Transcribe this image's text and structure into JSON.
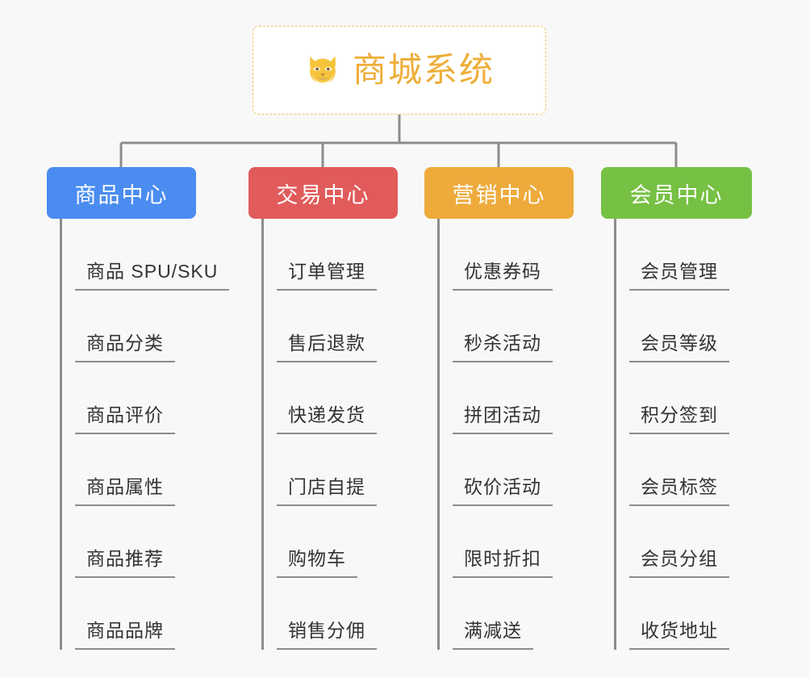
{
  "root": {
    "title": "商城系统",
    "icon": "shiba-dog-face-emoji",
    "text_color": "#eeae3a",
    "border_color": "#f0c066",
    "background": "#ffffff"
  },
  "canvas": {
    "background": "#f8f8f8",
    "connector_color": "#8c8c8c"
  },
  "branches": [
    {
      "label": "商品中心",
      "color": "#4a8cf0",
      "leaves": [
        {
          "label": "商品 SPU/SKU"
        },
        {
          "label": "商品分类"
        },
        {
          "label": "商品评价"
        },
        {
          "label": "商品属性"
        },
        {
          "label": "商品推荐"
        },
        {
          "label": "商品品牌"
        }
      ]
    },
    {
      "label": "交易中心",
      "color": "#e15b5b",
      "leaves": [
        {
          "label": "订单管理"
        },
        {
          "label": "售后退款"
        },
        {
          "label": "快递发货"
        },
        {
          "label": "门店自提"
        },
        {
          "label": "购物车"
        },
        {
          "label": "销售分佣"
        }
      ]
    },
    {
      "label": "营销中心",
      "color": "#eeab3c",
      "leaves": [
        {
          "label": "优惠券码"
        },
        {
          "label": "秒杀活动"
        },
        {
          "label": "拼团活动"
        },
        {
          "label": "砍价活动"
        },
        {
          "label": "限时折扣"
        },
        {
          "label": "满减送"
        }
      ]
    },
    {
      "label": "会员中心",
      "color": "#76c043",
      "leaves": [
        {
          "label": "会员管理"
        },
        {
          "label": "会员等级"
        },
        {
          "label": "积分签到"
        },
        {
          "label": "会员标签"
        },
        {
          "label": "会员分组"
        },
        {
          "label": "收货地址"
        }
      ]
    }
  ]
}
